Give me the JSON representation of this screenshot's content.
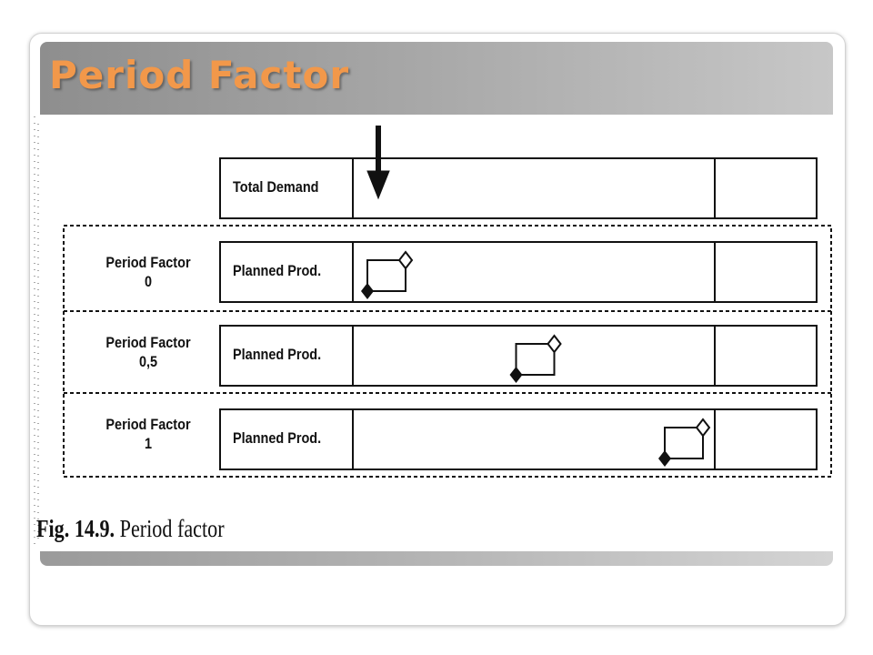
{
  "slide": {
    "title": "Period Factor"
  },
  "figure": {
    "demand_row_label": "Total Demand",
    "rows": [
      {
        "factor_title": "Period Factor",
        "factor_value": "0",
        "row_label": "Planned Prod.",
        "period_factor": 0
      },
      {
        "factor_title": "Period Factor",
        "factor_value": "0,5",
        "row_label": "Planned Prod.",
        "period_factor": 0.5
      },
      {
        "factor_title": "Period Factor",
        "factor_value": "1",
        "row_label": "Planned Prod.",
        "period_factor": 1
      }
    ],
    "caption_number": "Fig. 14.9.",
    "caption_text": "Period factor"
  },
  "colors": {
    "title_text": "#f2984a",
    "title_bar": "#a6a6a6",
    "line": "#111111"
  }
}
